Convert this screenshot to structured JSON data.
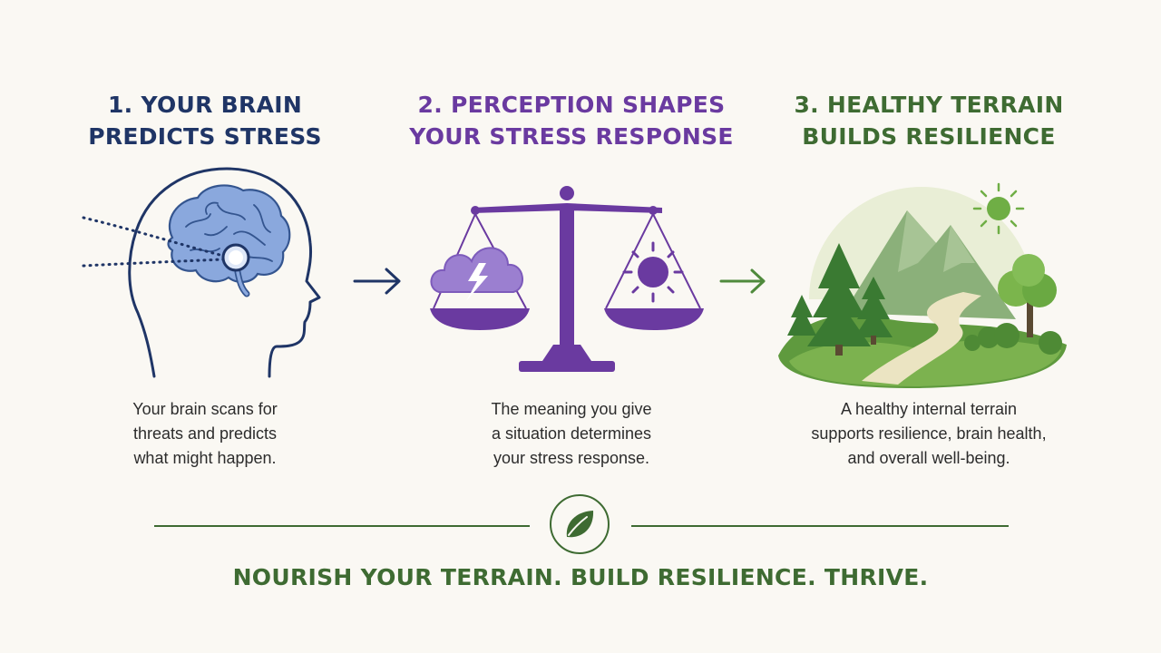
{
  "steps": [
    {
      "title_lines": [
        "1. YOUR BRAIN",
        "PREDICTS STRESS"
      ],
      "desc_lines": [
        "Your brain scans for",
        "threats and predicts",
        "what might happen."
      ],
      "color": "#1f3566",
      "icon": "brain-head-icon"
    },
    {
      "title_lines": [
        "2. PERCEPTION SHAPES",
        "YOUR STRESS RESPONSE"
      ],
      "desc_lines": [
        "The meaning you give",
        "a situation determines",
        "your stress response."
      ],
      "color": "#6a3aa0",
      "icon": "balance-scale-icon"
    },
    {
      "title_lines": [
        "3. HEALTHY TERRAIN",
        "BUILDS RESILIENCE"
      ],
      "desc_lines": [
        "A healthy internal terrain",
        "supports resilience, brain health,",
        "and overall well-being."
      ],
      "color": "#3e6b32",
      "icon": "mountain-landscape-icon"
    }
  ],
  "tagline": "NOURISH YOUR TERRAIN. BUILD RESILIENCE. THRIVE.",
  "badge_icon": "leaf-icon",
  "colors": {
    "background": "#faf8f3",
    "navy": "#1f3566",
    "purple": "#6a3aa0",
    "green": "#3e6b32",
    "brain_blue": "#7e9fd6"
  }
}
